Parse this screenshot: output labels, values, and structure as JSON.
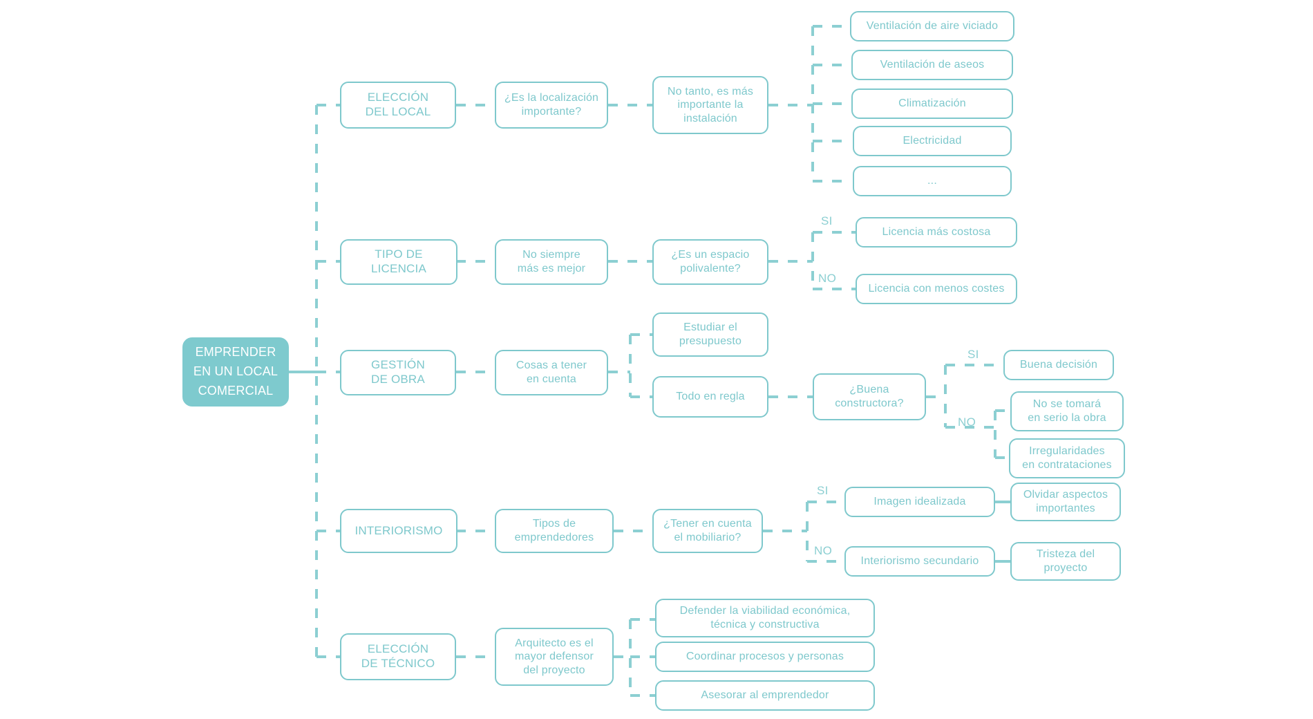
{
  "diagram": {
    "title": "EMPRENDER EN UN LOCAL COMERCIAL",
    "type": "mind-map",
    "accent_color": "#7ec8cc",
    "root_fill_color": "#7ecace",
    "root_text_color": "#ffffff",
    "node_fill_color": "#ffffff",
    "background_color": "#ffffff",
    "connector_style": "dashed"
  },
  "root": {
    "line1": "EMPRENDER",
    "line2": "EN UN LOCAL",
    "line3": "COMERCIAL"
  },
  "branches": [
    {
      "id": "eleccion-del-local",
      "label": "ELECCIÓN\nDEL LOCAL",
      "label_l1": "ELECCIÓN",
      "label_l2": "DEL LOCAL",
      "step2": "¿Es la localización\nimportante?",
      "step2_l1": "¿Es la localización",
      "step2_l2": "importante?",
      "step3_l1": "No tanto, es más",
      "step3_l2": "importante la",
      "step3_l3": "instalación",
      "leaves": [
        "Ventilación de aire viciado",
        "Ventilación de aseos",
        "Climatización",
        "Electricidad",
        "..."
      ]
    },
    {
      "id": "tipo-de-licencia",
      "label_l1": "TIPO DE",
      "label_l2": "LICENCIA",
      "step2_l1": "No siempre",
      "step2_l2": "más es mejor",
      "step3_l1": "¿Es un espacio",
      "step3_l2": "polivalente?",
      "branch_yes_label": "SI",
      "branch_no_label": "NO",
      "yes_result": "Licencia más costosa",
      "no_result": "Licencia con menos costes"
    },
    {
      "id": "gestion-de-obra",
      "label_l1": "GESTIÓN",
      "label_l2": "DE OBRA",
      "step2_l1": "Cosas a tener",
      "step2_l2": "en cuenta",
      "sub1_l1": "Estudiar el",
      "sub1_l2": "presupuesto",
      "sub2": "Todo en regla",
      "question_l1": "¿Buena",
      "question_l2": "constructora?",
      "branch_yes_label": "SI",
      "branch_no_label": "NO",
      "yes_result": "Buena decisión",
      "no_result_1_l1": "No se tomará",
      "no_result_1_l2": "en serio la obra",
      "no_result_2_l1": "Irregularidades",
      "no_result_2_l2": "en contrataciones"
    },
    {
      "id": "interiorismo",
      "label": "INTERIORISMO",
      "step2_l1": "Tipos de",
      "step2_l2": "emprendedores",
      "step3_l1": "¿Tener en cuenta",
      "step3_l2": "el mobiliario?",
      "branch_yes_label": "SI",
      "branch_no_label": "NO",
      "yes_result": "Imagen idealizada",
      "yes_consequence_l1": "Olvidar aspectos",
      "yes_consequence_l2": "importantes",
      "no_result": "Interiorismo secundario",
      "no_consequence_l1": "Tristeza del",
      "no_consequence_l2": "proyecto"
    },
    {
      "id": "eleccion-de-tecnico",
      "label_l1": "ELECCIÓN",
      "label_l2": "DE TÉCNICO",
      "step2_l1": "Arquitecto es el",
      "step2_l2": "mayor defensor",
      "step2_l3": "del proyecto",
      "leaf1_l1": "Defender la viabilidad económica,",
      "leaf1_l2": "técnica y constructiva",
      "leaf2": "Coordinar procesos y personas",
      "leaf3": "Asesorar al emprendedor"
    }
  ]
}
